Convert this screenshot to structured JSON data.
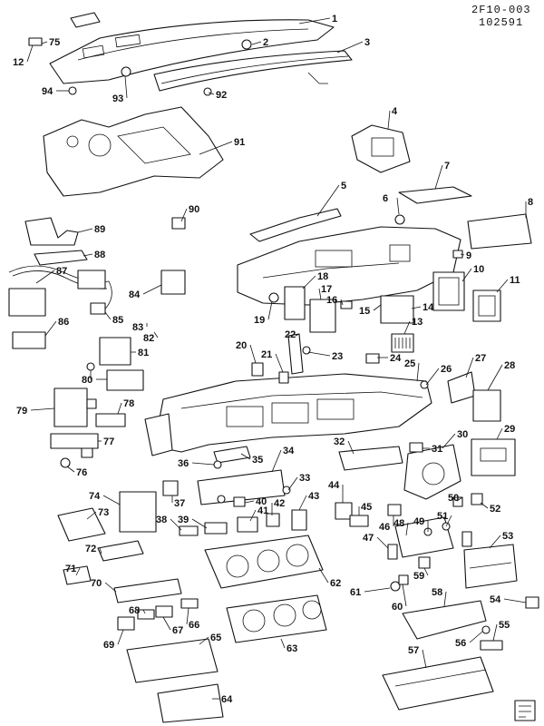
{
  "header": {
    "code": "2F10-003",
    "date_code": "102591"
  },
  "callouts": [
    {
      "id": 1,
      "label": "1"
    },
    {
      "id": 2,
      "label": "2"
    },
    {
      "id": 3,
      "label": "3"
    },
    {
      "id": 4,
      "label": "4"
    },
    {
      "id": 5,
      "label": "5"
    },
    {
      "id": 6,
      "label": "6"
    },
    {
      "id": 7,
      "label": "7"
    },
    {
      "id": 8,
      "label": "8"
    },
    {
      "id": 9,
      "label": "9"
    },
    {
      "id": 10,
      "label": "10"
    },
    {
      "id": 11,
      "label": "11"
    },
    {
      "id": 12,
      "label": "12"
    },
    {
      "id": 13,
      "label": "13"
    },
    {
      "id": 14,
      "label": "14"
    },
    {
      "id": 15,
      "label": "15"
    },
    {
      "id": 16,
      "label": "16"
    },
    {
      "id": 17,
      "label": "17"
    },
    {
      "id": 18,
      "label": "18"
    },
    {
      "id": 19,
      "label": "19"
    },
    {
      "id": 20,
      "label": "20"
    },
    {
      "id": 21,
      "label": "21"
    },
    {
      "id": 22,
      "label": "22"
    },
    {
      "id": 23,
      "label": "23"
    },
    {
      "id": 24,
      "label": "24"
    },
    {
      "id": 25,
      "label": "25"
    },
    {
      "id": 26,
      "label": "26"
    },
    {
      "id": 27,
      "label": "27"
    },
    {
      "id": 28,
      "label": "28"
    },
    {
      "id": 29,
      "label": "29"
    },
    {
      "id": 30,
      "label": "30"
    },
    {
      "id": 31,
      "label": "31"
    },
    {
      "id": 32,
      "label": "32"
    },
    {
      "id": 33,
      "label": "33"
    },
    {
      "id": 34,
      "label": "34"
    },
    {
      "id": 35,
      "label": "35"
    },
    {
      "id": 36,
      "label": "36"
    },
    {
      "id": 37,
      "label": "37"
    },
    {
      "id": 38,
      "label": "38"
    },
    {
      "id": 39,
      "label": "39"
    },
    {
      "id": 40,
      "label": "40"
    },
    {
      "id": 41,
      "label": "41"
    },
    {
      "id": 42,
      "label": "42"
    },
    {
      "id": 43,
      "label": "43"
    },
    {
      "id": 44,
      "label": "44"
    },
    {
      "id": 45,
      "label": "45"
    },
    {
      "id": 46,
      "label": "46"
    },
    {
      "id": 47,
      "label": "47"
    },
    {
      "id": 48,
      "label": "48"
    },
    {
      "id": 49,
      "label": "49"
    },
    {
      "id": 50,
      "label": "50"
    },
    {
      "id": 51,
      "label": "51"
    },
    {
      "id": 52,
      "label": "52"
    },
    {
      "id": 53,
      "label": "53"
    },
    {
      "id": 54,
      "label": "54"
    },
    {
      "id": 55,
      "label": "55"
    },
    {
      "id": 56,
      "label": "56"
    },
    {
      "id": 57,
      "label": "57"
    },
    {
      "id": 58,
      "label": "58"
    },
    {
      "id": 59,
      "label": "59"
    },
    {
      "id": 60,
      "label": "60"
    },
    {
      "id": 61,
      "label": "61"
    },
    {
      "id": 62,
      "label": "62"
    },
    {
      "id": 63,
      "label": "63"
    },
    {
      "id": 64,
      "label": "64"
    },
    {
      "id": 65,
      "label": "65"
    },
    {
      "id": 66,
      "label": "66"
    },
    {
      "id": 67,
      "label": "67"
    },
    {
      "id": 68,
      "label": "68"
    },
    {
      "id": 69,
      "label": "69"
    },
    {
      "id": 70,
      "label": "70"
    },
    {
      "id": 71,
      "label": "71"
    },
    {
      "id": 72,
      "label": "72"
    },
    {
      "id": 73,
      "label": "73"
    },
    {
      "id": 74,
      "label": "74"
    },
    {
      "id": 75,
      "label": "75"
    },
    {
      "id": 76,
      "label": "76"
    },
    {
      "id": 77,
      "label": "77"
    },
    {
      "id": 78,
      "label": "78"
    },
    {
      "id": 79,
      "label": "79"
    },
    {
      "id": 80,
      "label": "80"
    },
    {
      "id": 81,
      "label": "81"
    },
    {
      "id": 82,
      "label": "82"
    },
    {
      "id": 83,
      "label": "83"
    },
    {
      "id": 84,
      "label": "84"
    },
    {
      "id": 85,
      "label": "85"
    },
    {
      "id": 86,
      "label": "86"
    },
    {
      "id": 87,
      "label": "87"
    },
    {
      "id": 88,
      "label": "88"
    },
    {
      "id": 89,
      "label": "89"
    },
    {
      "id": 90,
      "label": "90"
    },
    {
      "id": 91,
      "label": "91"
    },
    {
      "id": 92,
      "label": "92"
    },
    {
      "id": 93,
      "label": "93"
    },
    {
      "id": 94,
      "label": "94"
    }
  ]
}
